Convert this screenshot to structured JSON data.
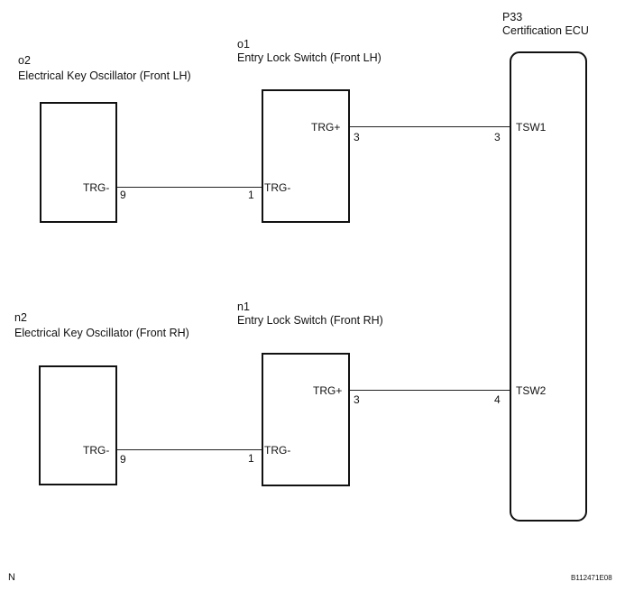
{
  "components": {
    "o2": {
      "code": "o2",
      "name": "Electrical Key Oscillator (Front LH)",
      "pin_name": "TRG-",
      "pin_num": "9"
    },
    "o1": {
      "code": "o1",
      "name": "Entry Lock Switch (Front LH)",
      "pin_in_name": "TRG-",
      "pin_in_num": "1",
      "pin_out_name": "TRG+",
      "pin_out_num": "3"
    },
    "n2": {
      "code": "n2",
      "name": "Electrical Key Oscillator (Front RH)",
      "pin_name": "TRG-",
      "pin_num": "9"
    },
    "n1": {
      "code": "n1",
      "name": "Entry Lock Switch (Front RH)",
      "pin_in_name": "TRG-",
      "pin_in_num": "1",
      "pin_out_name": "TRG+",
      "pin_out_num": "3"
    },
    "ecu": {
      "code": "P33",
      "name": "Certification ECU",
      "pin1_name": "TSW1",
      "pin1_num": "3",
      "pin2_name": "TSW2",
      "pin2_num": "4"
    }
  },
  "footer": {
    "left": "N",
    "right": "B112471E08"
  }
}
